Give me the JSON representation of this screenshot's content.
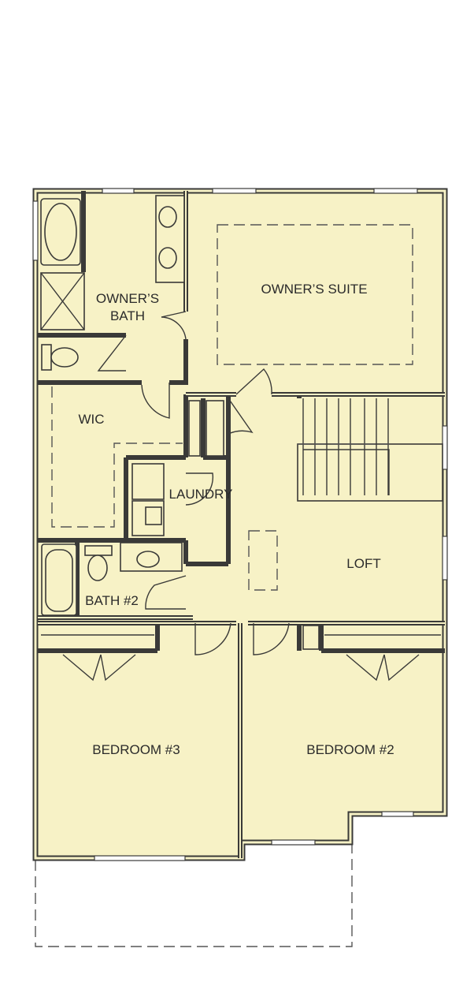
{
  "floor_plan": {
    "colors": {
      "floor": "#f7f2c6",
      "wall": "#3a3a38",
      "background": "#ffffff"
    },
    "rooms": {
      "owners_suite": "OWNER’S SUITE",
      "owners_bath_line1": "OWNER’S",
      "owners_bath_line2": "BATH",
      "wic": "WIC",
      "laundry": "LAUNDRY",
      "loft": "LOFT",
      "bath2": "BATH #2",
      "bedroom3": "BEDROOM #3",
      "bedroom2": "BEDROOM #2"
    }
  }
}
